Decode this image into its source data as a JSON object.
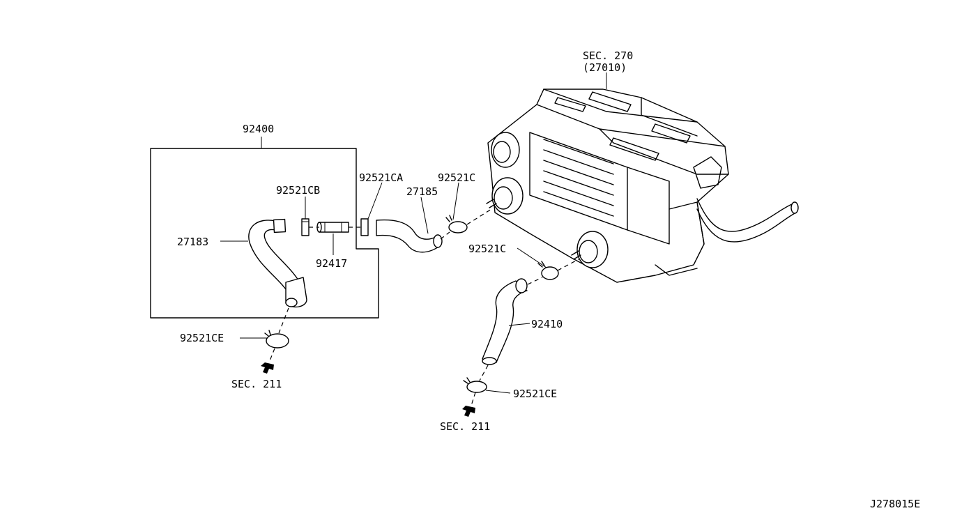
{
  "labels": {
    "sec270": "SEC. 270",
    "sec270_sub": "(27010)",
    "p92400": "92400",
    "p92521CB": "92521CB",
    "p92521CA": "92521CA",
    "p92521C_top": "92521C",
    "p27185": "27185",
    "p27183": "27183",
    "p92417": "92417",
    "p92521C_mid": "92521C",
    "p92410": "92410",
    "p92521CE_left": "92521CE",
    "p92521CE_right": "92521CE",
    "sec211_left": "SEC. 211",
    "sec211_right": "SEC. 211",
    "diagram_id": "J278015E"
  }
}
